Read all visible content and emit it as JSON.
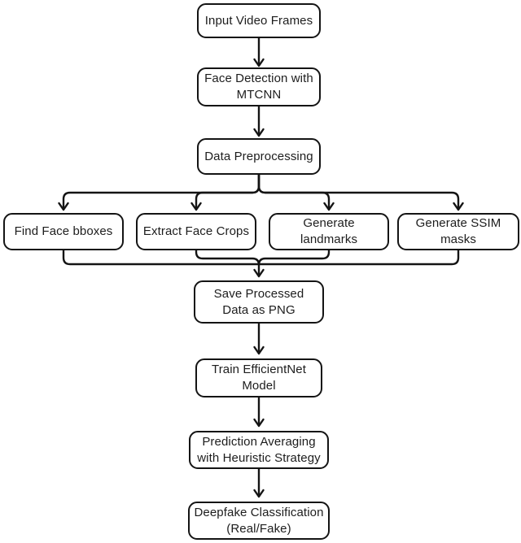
{
  "diagram": {
    "type": "flowchart",
    "background_color": "#ffffff",
    "node_border_color": "#141414",
    "node_fill_color": "#ffffff",
    "text_color": "#1d1d1d",
    "arrow_color": "#141414",
    "nodes": [
      {
        "id": "input-video-frames",
        "label": "Input Video Frames"
      },
      {
        "id": "face-detection-mtcnn",
        "label": "Face Detection with MTCNN"
      },
      {
        "id": "data-preprocessing",
        "label": "Data Preprocessing"
      },
      {
        "id": "find-face-bboxes",
        "label": "Find Face bboxes"
      },
      {
        "id": "extract-face-crops",
        "label": "Extract Face Crops"
      },
      {
        "id": "generate-landmarks",
        "label": "Generate landmarks"
      },
      {
        "id": "generate-ssim-masks",
        "label": "Generate SSIM masks"
      },
      {
        "id": "save-processed-data",
        "label": "Save Processed Data as PNG"
      },
      {
        "id": "train-efficientnet",
        "label": "Train EfficientNet Model"
      },
      {
        "id": "prediction-averaging",
        "label": "Prediction Averaging with Heuristic Strategy"
      },
      {
        "id": "deepfake-classification",
        "label": "Deepfake Classification (Real/Fake)"
      }
    ],
    "edges": [
      {
        "from": "Input Video Frames",
        "to": "Face Detection with MTCNN"
      },
      {
        "from": "Face Detection with MTCNN",
        "to": "Data Preprocessing"
      },
      {
        "from": "Data Preprocessing",
        "to": "Find Face bboxes"
      },
      {
        "from": "Data Preprocessing",
        "to": "Extract Face Crops"
      },
      {
        "from": "Data Preprocessing",
        "to": "Generate landmarks"
      },
      {
        "from": "Data Preprocessing",
        "to": "Generate SSIM masks"
      },
      {
        "from": "Find Face bboxes",
        "to": "Save Processed Data as PNG"
      },
      {
        "from": "Extract Face Crops",
        "to": "Save Processed Data as PNG"
      },
      {
        "from": "Generate landmarks",
        "to": "Save Processed Data as PNG"
      },
      {
        "from": "Generate SSIM masks",
        "to": "Save Processed Data as PNG"
      },
      {
        "from": "Save Processed Data as PNG",
        "to": "Train EfficientNet Model"
      },
      {
        "from": "Train EfficientNet Model",
        "to": "Prediction Averaging with Heuristic Strategy"
      },
      {
        "from": "Prediction Averaging with Heuristic Strategy",
        "to": "Deepfake Classification (Real/Fake)"
      }
    ]
  }
}
